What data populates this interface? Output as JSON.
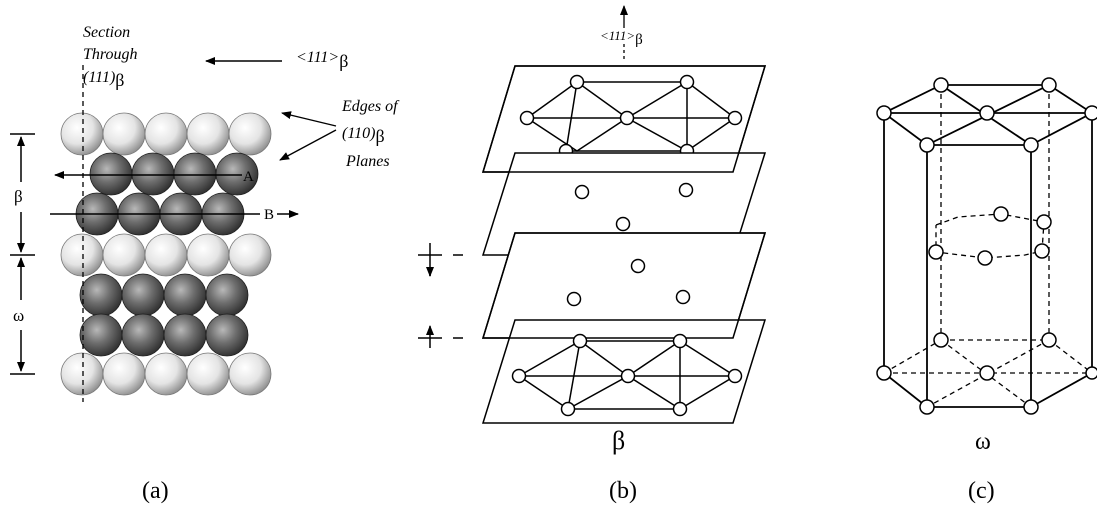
{
  "panel_a": {
    "section_label": [
      "Section",
      "Through",
      "(111)"
    ],
    "section_sub": "β",
    "direction_label": "<111>",
    "direction_sub": "β",
    "edges_label": [
      "Edges of",
      "(110)",
      "Planes"
    ],
    "edges_sub": "β",
    "line_a_label": "A",
    "line_b_label": "B",
    "beta_label": "β",
    "omega_label": "ω",
    "caption": "(a)"
  },
  "panel_b": {
    "direction_label": "<111>",
    "direction_sub": "β",
    "structure_label": "β",
    "caption": "(b)"
  },
  "panel_c": {
    "structure_label": "ω",
    "caption": "(c)"
  }
}
